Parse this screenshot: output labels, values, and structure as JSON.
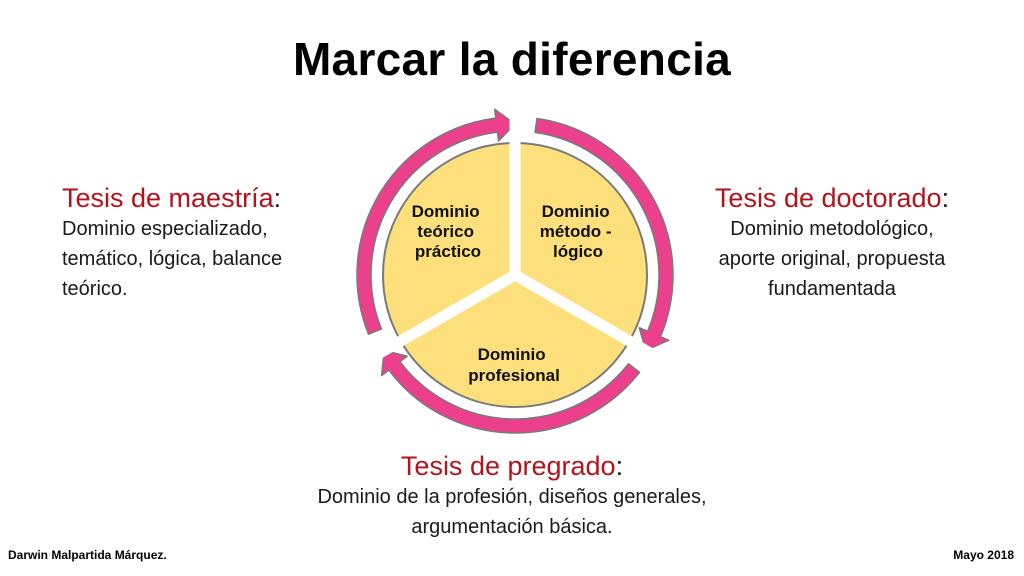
{
  "title": "Marcar la diferencia",
  "maestria": {
    "heading": "Tesis de maestría",
    "colon": ":",
    "lines": [
      "Dominio especializado,",
      "temático, lógica, balance",
      "teórico."
    ]
  },
  "doctorado": {
    "heading": "Tesis de doctorado",
    "colon": ":",
    "lines": [
      "Dominio metodológico,",
      "aporte original, propuesta",
      "fundamentada"
    ]
  },
  "pregrado": {
    "heading": "Tesis de pregrado",
    "colon": ":",
    "lines": [
      "Dominio de la profesión, diseños generales,",
      "argumentación básica."
    ]
  },
  "segments": {
    "teorico": [
      "Dominio",
      "teórico",
      "práctico"
    ],
    "metodo": [
      "Dominio",
      "método -",
      "lógico"
    ],
    "profesional": [
      "Dominio",
      "profesional"
    ]
  },
  "colors": {
    "fill": "#fde07c",
    "ring": "#7a7a7a",
    "arrow": "#ec3f8c",
    "heading": "#b5121b"
  },
  "footer": {
    "author": "Darwin Malpartida Márquez.",
    "date": "Mayo 2018"
  }
}
